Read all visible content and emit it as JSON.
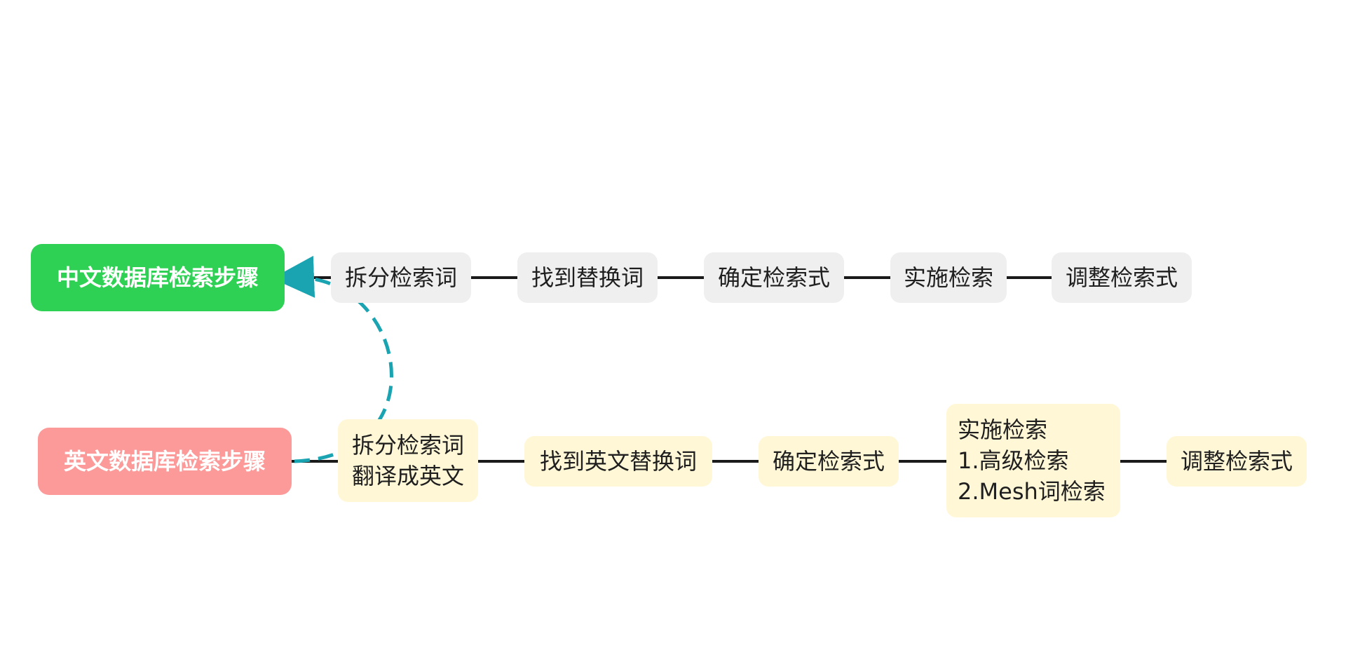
{
  "colors": {
    "zh_root": "#2ed154",
    "en_root": "#fc9a9a",
    "zh_step": "#efefef",
    "en_step": "#fff7d6",
    "connector": "#1a1a1a",
    "feedback": "#1aa3b0"
  },
  "chinese_flow": {
    "root": "中文数据库检索步骤",
    "steps": [
      "拆分检索词",
      "找到替换词",
      "确定检索式",
      "实施检索",
      "调整检索式"
    ]
  },
  "english_flow": {
    "root": "英文数据库检索步骤",
    "steps": [
      {
        "lines": [
          "拆分检索词",
          "翻译成英文"
        ]
      },
      {
        "lines": [
          "找到英文替换词"
        ]
      },
      {
        "lines": [
          "确定检索式"
        ]
      },
      {
        "lines": [
          "实施检索",
          "1.高级检索",
          "2.Mesh词检索"
        ]
      },
      {
        "lines": [
          "调整检索式"
        ]
      }
    ]
  }
}
